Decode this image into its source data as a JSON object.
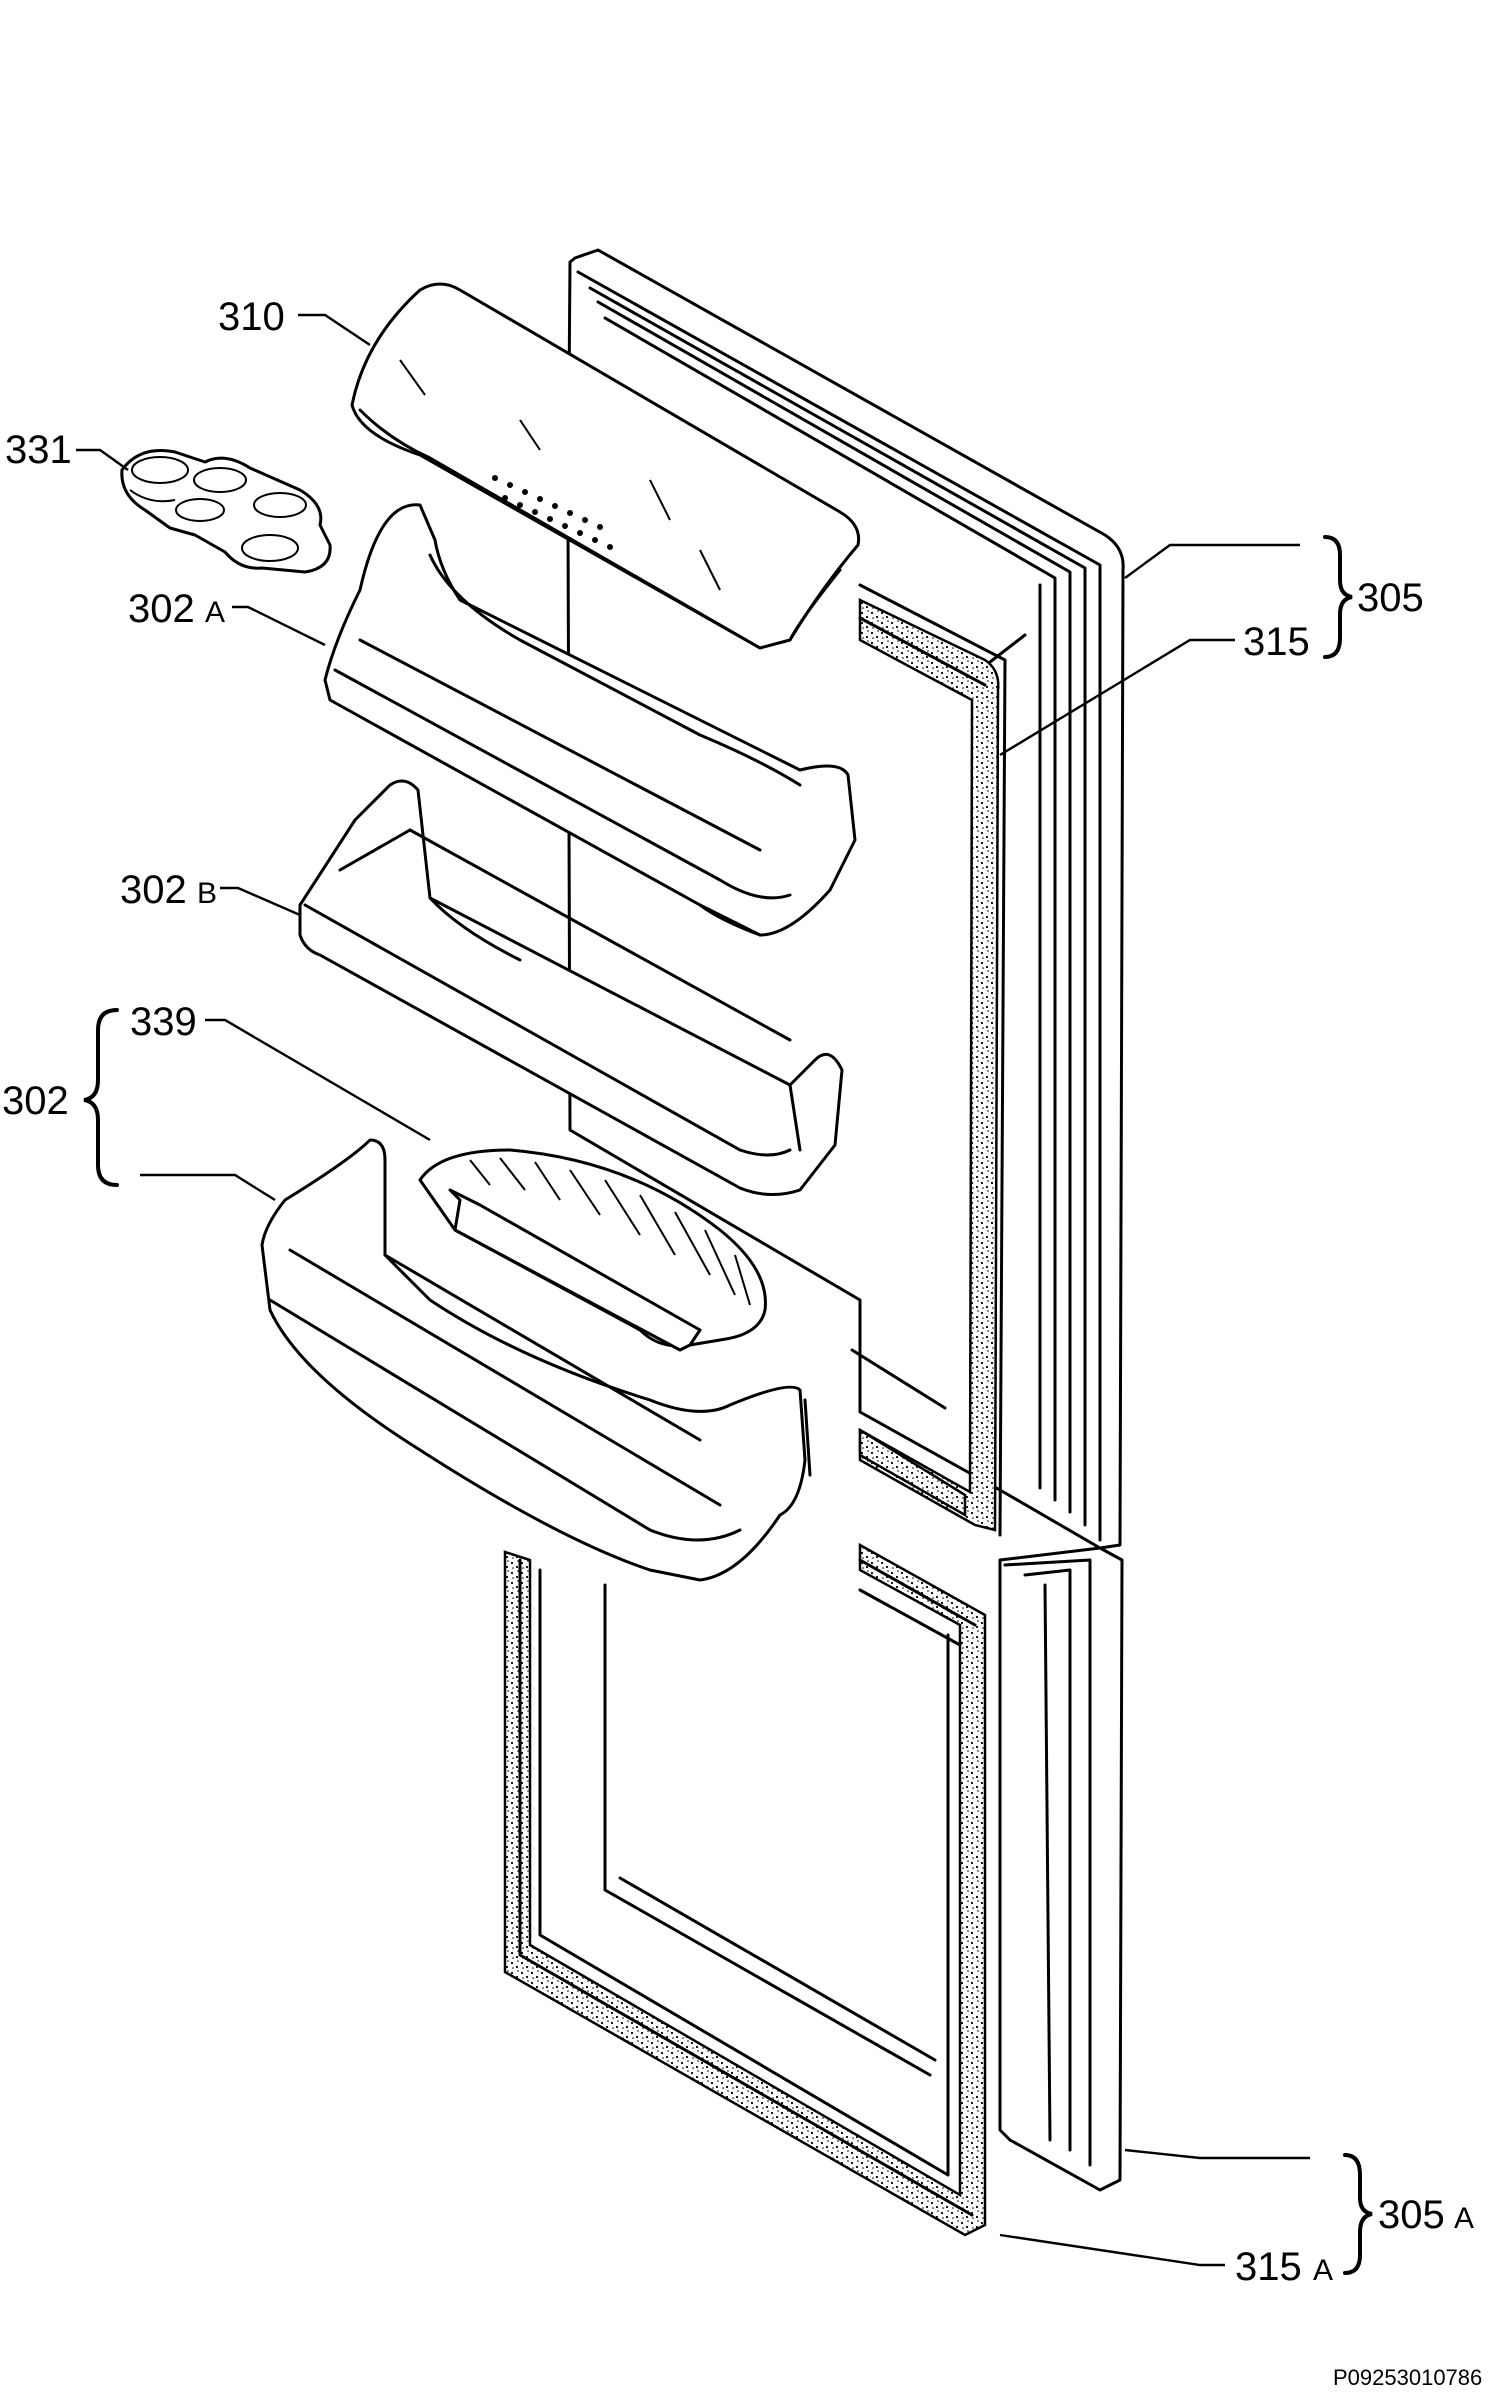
{
  "labels": {
    "l310": "310",
    "l331": "331",
    "l302A": "302",
    "l302A_suffix": "A",
    "l302B": "302",
    "l302B_suffix": "B",
    "l339": "339",
    "l302": "302",
    "l305": "305",
    "l315": "315",
    "l305A": "305",
    "l305A_suffix": "A",
    "l315A": "315",
    "l315A_suffix": "A"
  },
  "drawing_code": "P09253010786"
}
